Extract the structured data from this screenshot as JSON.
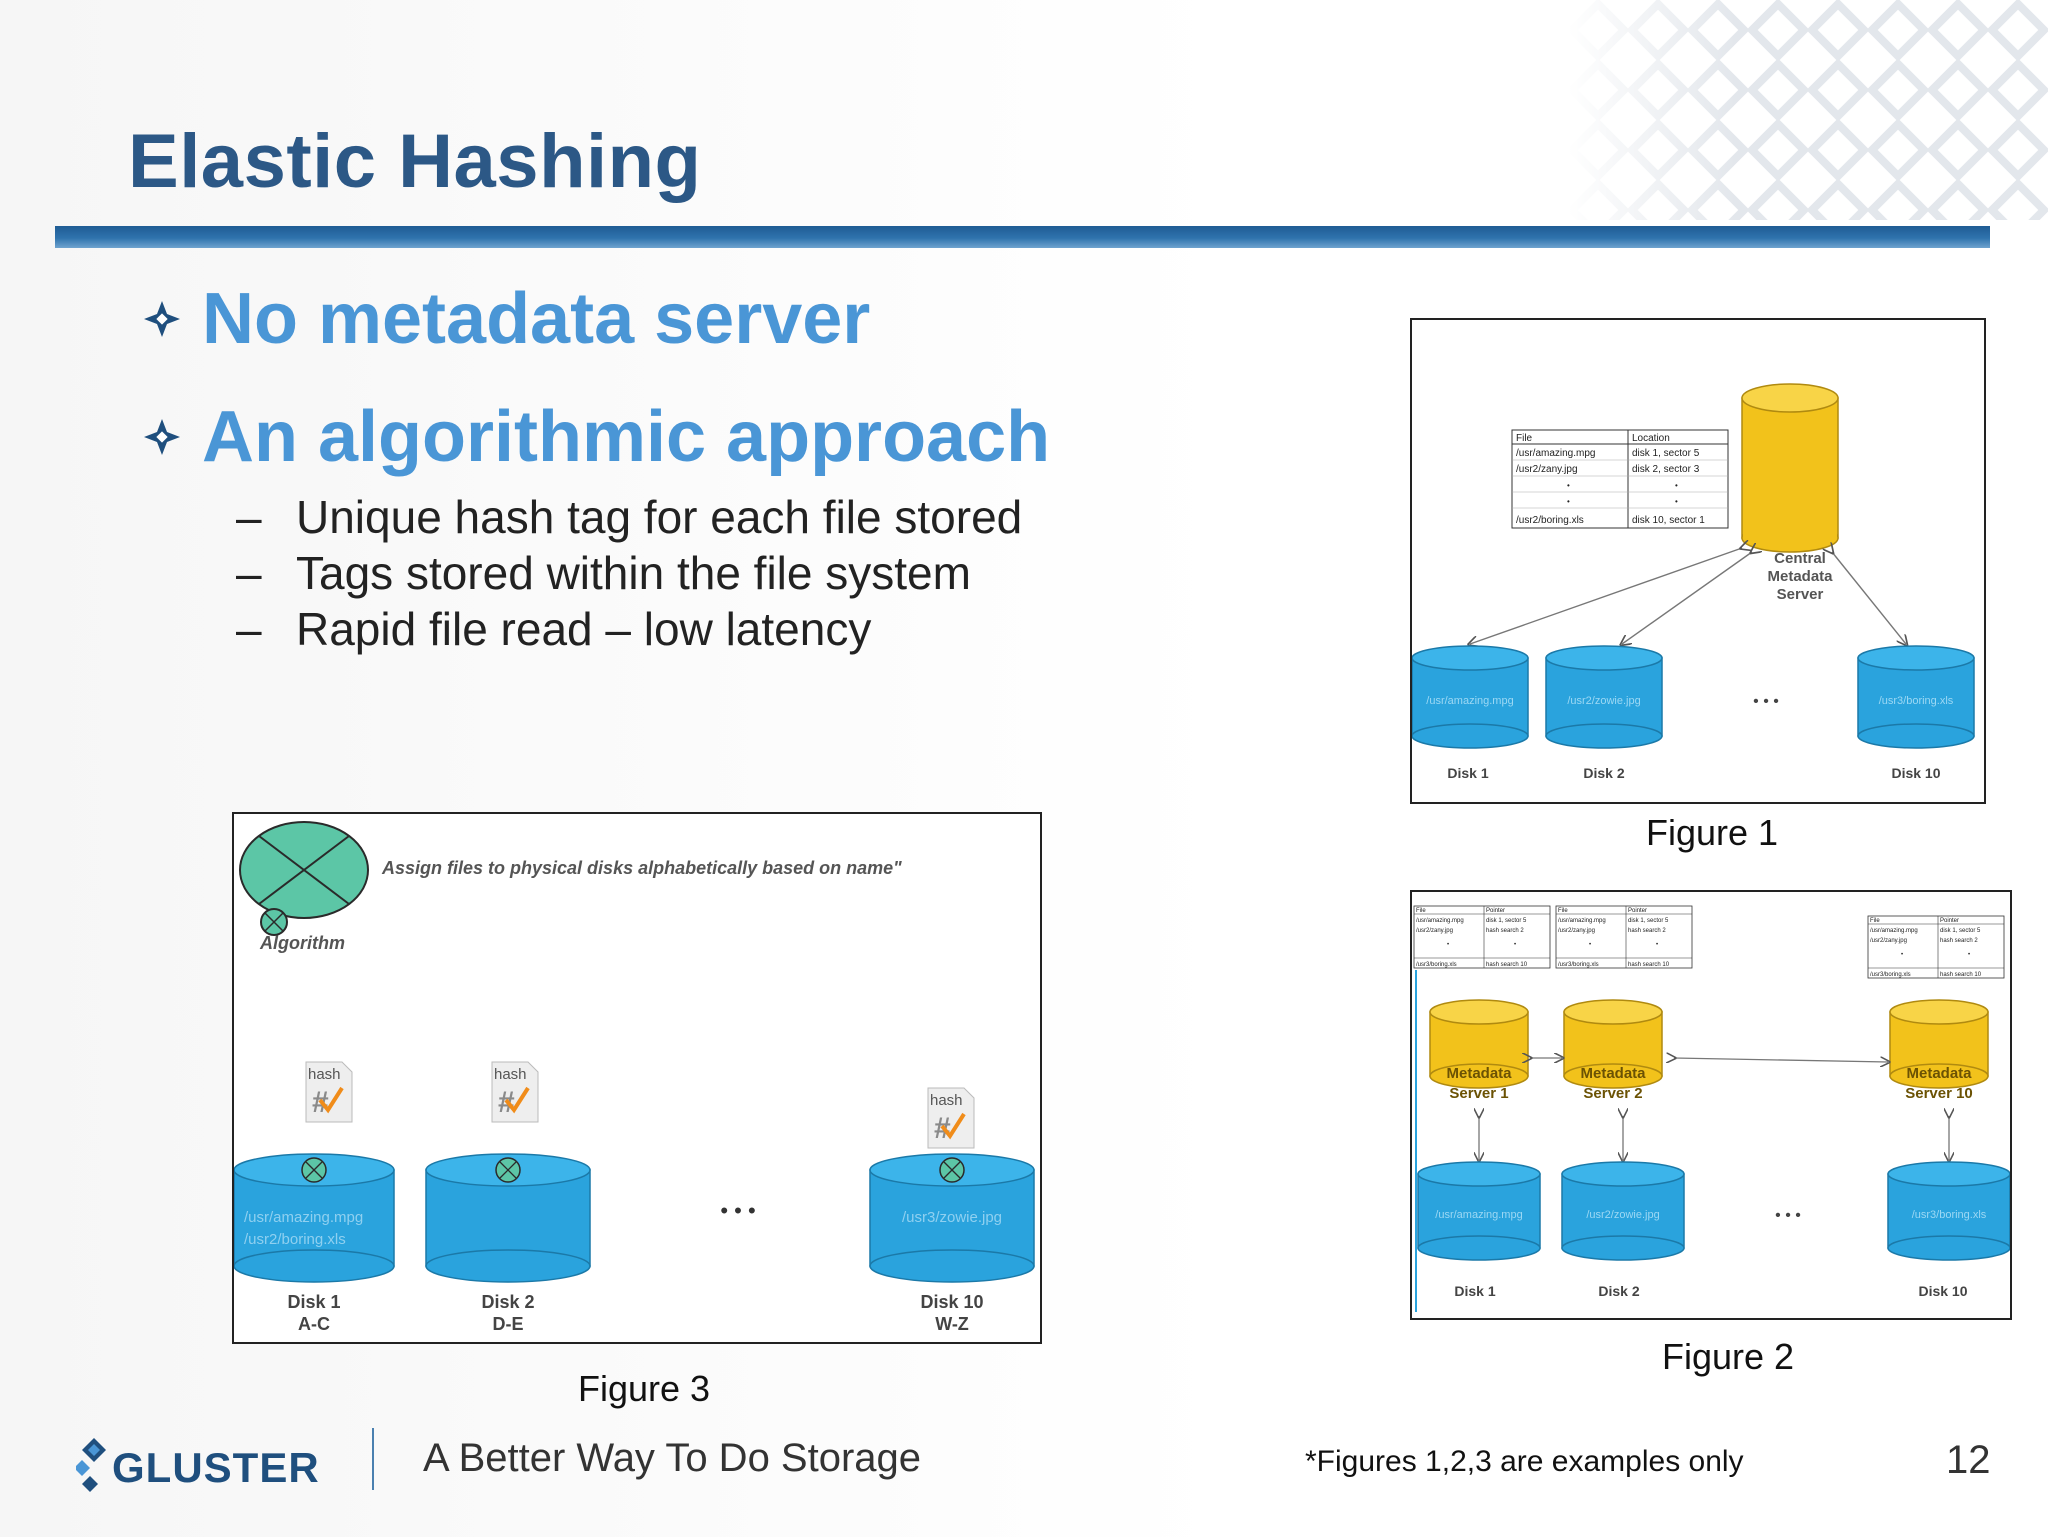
{
  "slide": {
    "title": "Elastic Hashing",
    "bullets": [
      "No metadata server",
      "An algorithmic approach"
    ],
    "sub_bullets": [
      {
        "dash": "–",
        "text": "Unique hash tag for each file stored"
      },
      {
        "dash": "–",
        "text": "Tags stored within the file system"
      },
      {
        "dash": "–",
        "text": "Rapid file read – low latency"
      }
    ]
  },
  "figure1": {
    "caption": "Figure 1",
    "table_headers": [
      "File",
      "Location"
    ],
    "table_rows": [
      [
        "/usr/amazing.mpg",
        "disk 1, sector 5"
      ],
      [
        "/usr2/zany.jpg",
        "disk 2, sector 3"
      ],
      [
        "•",
        "•"
      ],
      [
        "•",
        "•"
      ],
      [
        "/usr2/boring.xls",
        "disk 10, sector 1"
      ]
    ],
    "server_label": [
      "Central",
      "Metadata",
      "Server"
    ],
    "disk_files": [
      "/usr/amazing.mpg",
      "/usr2/zowie.jpg",
      "/usr3/boring.xls"
    ],
    "disk_labels": [
      "Disk 1",
      "Disk 2",
      "Disk 10"
    ],
    "ellipsis": "• • •"
  },
  "figure2": {
    "caption": "Figure 2",
    "table_headers": [
      "File",
      "Pointer"
    ],
    "table_rows": [
      [
        "/usr/amazing.mpg",
        "disk 1, sector 5"
      ],
      [
        "/usr2/zany.jpg",
        "hash search 2"
      ],
      [
        "•",
        "•"
      ],
      [
        "/usr3/boring.xls",
        "hash search 10"
      ]
    ],
    "servers": [
      [
        "Metadata",
        "Server 1"
      ],
      [
        "Metadata",
        "Server 2"
      ],
      [
        "Metadata",
        "Server 10"
      ]
    ],
    "disk_files": [
      "/usr/amazing.mpg",
      "/usr2/zowie.jpg",
      "/usr3/boring.xls"
    ],
    "disk_labels": [
      "Disk 1",
      "Disk 2",
      "Disk 10"
    ],
    "ellipsis": "• • •"
  },
  "figure3": {
    "caption": "Figure 3",
    "assign_text": "Assign files to physical disks alphabetically based on name\"",
    "algorithm_label": "Algorithm",
    "hash_label": "hash",
    "disk1_files": [
      "/usr/amazing.mpg",
      "/usr2/boring.xls"
    ],
    "disk10_file": "/usr3/zowie.jpg",
    "disk_labels": [
      [
        "Disk 1",
        "A-C"
      ],
      [
        "Disk 2",
        "D-E"
      ],
      [
        "Disk 10",
        "W-Z"
      ]
    ],
    "ellipsis": "• • •"
  },
  "footer": {
    "logo_text": "GLUSTER",
    "tagline": "A Better Way To Do Storage",
    "note": "*Figures 1,2,3 are examples only",
    "page_number": "12"
  },
  "colors": {
    "title": "#2c5886",
    "bullet": "#4a96d6",
    "disk_blue": "#2aa3dd",
    "server_yellow": "#f2c21b"
  }
}
